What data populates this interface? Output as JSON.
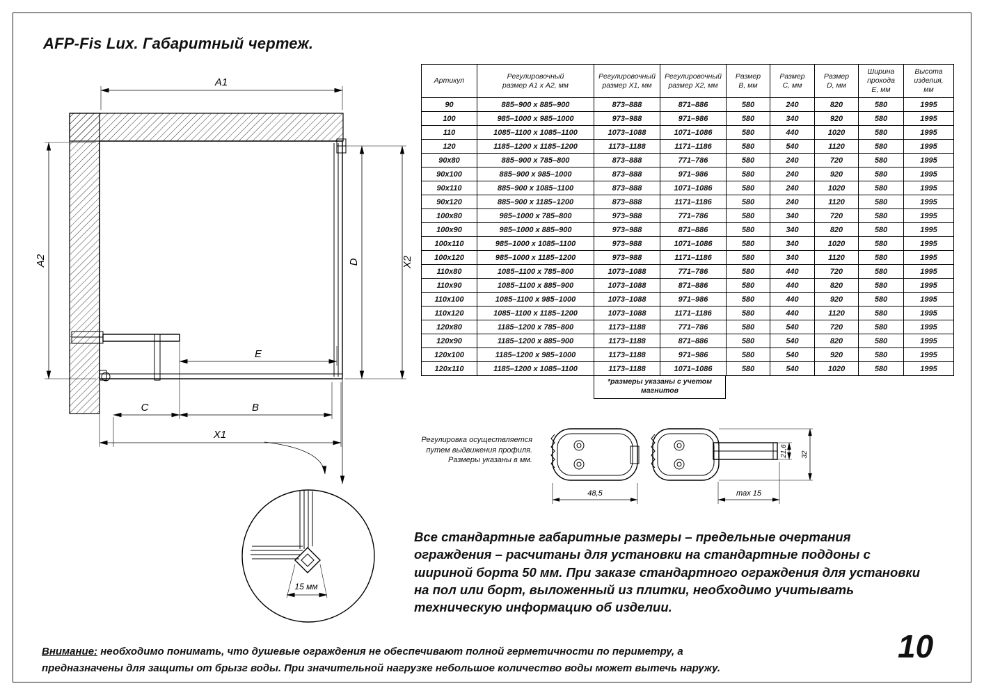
{
  "page": {
    "title": "AFP-Fis Lux. Габаритный чертеж.",
    "page_number": "10"
  },
  "table": {
    "headers": [
      "Артикул",
      "Регулировочный\nразмер А1 х А2, мм",
      "Регулировочный\nразмер Х1, мм",
      "Регулировочный\nразмер Х2, мм",
      "Размер\nВ, мм",
      "Размер\nС, мм",
      "Размер\nD, мм",
      "Ширина\nпрохода\nЕ, мм",
      "Высота\nизделия,\nмм"
    ],
    "footnote": "*размеры указаны с учетом магнитов",
    "rows": [
      [
        "90",
        "885–900 x 885–900",
        "873–888",
        "871–886",
        "580",
        "240",
        "820",
        "580",
        "1995"
      ],
      [
        "100",
        "985–1000 x 985–1000",
        "973–988",
        "971–986",
        "580",
        "340",
        "920",
        "580",
        "1995"
      ],
      [
        "110",
        "1085–1100 x 1085–1100",
        "1073–1088",
        "1071–1086",
        "580",
        "440",
        "1020",
        "580",
        "1995"
      ],
      [
        "120",
        "1185–1200 x 1185–1200",
        "1173–1188",
        "1171–1186",
        "580",
        "540",
        "1120",
        "580",
        "1995"
      ],
      [
        "90x80",
        "885–900 x 785–800",
        "873–888",
        "771–786",
        "580",
        "240",
        "720",
        "580",
        "1995"
      ],
      [
        "90x100",
        "885–900 x 985–1000",
        "873–888",
        "971–986",
        "580",
        "240",
        "920",
        "580",
        "1995"
      ],
      [
        "90x110",
        "885–900 x 1085–1100",
        "873–888",
        "1071–1086",
        "580",
        "240",
        "1020",
        "580",
        "1995"
      ],
      [
        "90x120",
        "885–900 x 1185–1200",
        "873–888",
        "1171–1186",
        "580",
        "240",
        "1120",
        "580",
        "1995"
      ],
      [
        "100x80",
        "985–1000 x 785–800",
        "973–988",
        "771–786",
        "580",
        "340",
        "720",
        "580",
        "1995"
      ],
      [
        "100x90",
        "985–1000 x 885–900",
        "973–988",
        "871–886",
        "580",
        "340",
        "820",
        "580",
        "1995"
      ],
      [
        "100x110",
        "985–1000 x 1085–1100",
        "973–988",
        "1071–1086",
        "580",
        "340",
        "1020",
        "580",
        "1995"
      ],
      [
        "100x120",
        "985–1000 x 1185–1200",
        "973–988",
        "1171–1186",
        "580",
        "340",
        "1120",
        "580",
        "1995"
      ],
      [
        "110x80",
        "1085–1100 x 785–800",
        "1073–1088",
        "771–786",
        "580",
        "440",
        "720",
        "580",
        "1995"
      ],
      [
        "110x90",
        "1085–1100 x 885–900",
        "1073–1088",
        "871–886",
        "580",
        "440",
        "820",
        "580",
        "1995"
      ],
      [
        "110x100",
        "1085–1100 x 985–1000",
        "1073–1088",
        "971–986",
        "580",
        "440",
        "920",
        "580",
        "1995"
      ],
      [
        "110x120",
        "1085–1100 x 1185–1200",
        "1073–1088",
        "1171–1186",
        "580",
        "440",
        "1120",
        "580",
        "1995"
      ],
      [
        "120x80",
        "1185–1200 x 785–800",
        "1173–1188",
        "771–786",
        "580",
        "540",
        "720",
        "580",
        "1995"
      ],
      [
        "120x90",
        "1185–1200 x 885–900",
        "1173–1188",
        "871–886",
        "580",
        "540",
        "820",
        "580",
        "1995"
      ],
      [
        "120x100",
        "1185–1200 x 985–1000",
        "1173–1188",
        "971–986",
        "580",
        "540",
        "920",
        "580",
        "1995"
      ],
      [
        "120x110",
        "1185–1200 x 1085–1100",
        "1173–1188",
        "1071–1086",
        "580",
        "540",
        "1020",
        "580",
        "1995"
      ]
    ]
  },
  "drawing": {
    "dim_a1": "A1",
    "dim_a2": "A2",
    "dim_x1": "X1",
    "dim_x2": "X2",
    "dim_b": "B",
    "dim_c": "C",
    "dim_d": "D",
    "dim_e": "E",
    "detail_dim": "15 мм"
  },
  "profiles": {
    "note": "Регулировка осуществляется\nпутем выдвижения профиля.\nРазмеры указаны в мм.",
    "dim_width": "48,5",
    "dim_max15": "max 15",
    "dim_216": "21,6",
    "dim_32": "32"
  },
  "notes": {
    "standard": "Все стандартные габаритные размеры – предельные очертания ограждения – расчитаны для установки на стандартные поддоны с шириной борта 50 мм. При заказе стандартного ограждения для установки на пол или борт, выложенный из плитки, необходимо учитывать техническую информацию об изделии.",
    "warning_label": "Внимание:",
    "warning_rest": " необходимо понимать, что душевые ограждения не обеспечивают полной герметичности по периметру, а предназначены для защиты от брызг воды. При значительной нагрузке небольшое количество воды может вытечь наружу."
  }
}
